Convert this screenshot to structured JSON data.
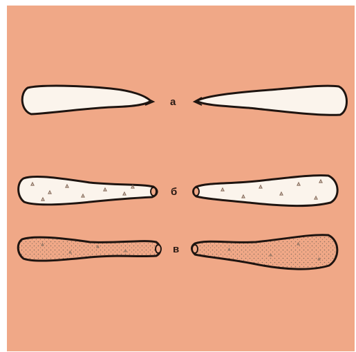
{
  "figure": {
    "background_color": "#f0a887",
    "outline_color": "#1e1410",
    "fill_color": "#fbf4ec",
    "stipple_color": "#8a7060",
    "rows": [
      {
        "label": "а",
        "pattern": "clear"
      },
      {
        "label": "б",
        "pattern": "sparse-triangles"
      },
      {
        "label": "в",
        "pattern": "dense-stipple"
      }
    ]
  }
}
